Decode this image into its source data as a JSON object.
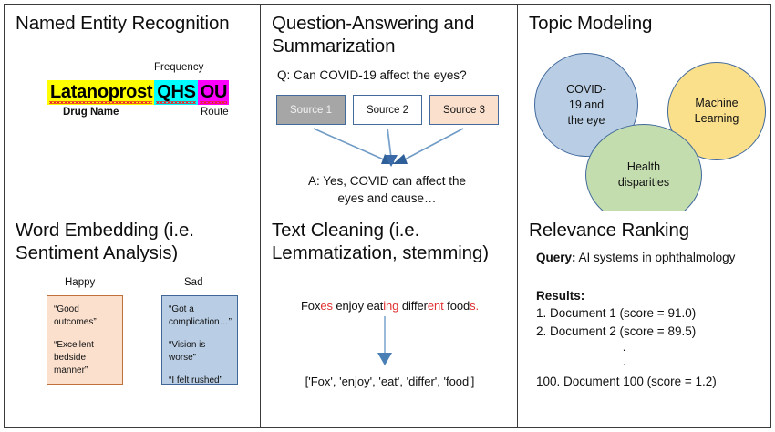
{
  "panels": {
    "ner": {
      "title": "Named Entity Recognition",
      "frequency_label": "Frequency",
      "drug_label": "Drug Name",
      "route_label": "Route",
      "tokens": [
        {
          "text": "Latanoprost",
          "highlight": "#ffff00",
          "entity": "Drug Name"
        },
        {
          "text": "QHS",
          "highlight": "#00ffff",
          "entity": "Frequency"
        },
        {
          "text": "OU",
          "highlight": "#ff00ff",
          "entity": "Route"
        }
      ]
    },
    "qa": {
      "title": "Question-Answering and\nSummarization",
      "question": "Q: Can COVID-19 affect the eyes?",
      "sources": [
        {
          "label": "Source 1",
          "fill": "#a6a6a6"
        },
        {
          "label": "Source 2",
          "fill": "#ffffff"
        },
        {
          "label": "Source 3",
          "fill": "#fbe0ce"
        }
      ],
      "answer_line1": "A: Yes, COVID can affect the",
      "answer_line2": "eyes and cause…"
    },
    "topic": {
      "title": "Topic Modeling",
      "bubbles": [
        {
          "label": "COVID-\n19 and\nthe eye",
          "fill": "#b9cee5"
        },
        {
          "label": "Machine\nLearning",
          "fill": "#fbe08c"
        },
        {
          "label": "Health\ndisparities",
          "fill": "#c3ddae"
        }
      ]
    },
    "embedding": {
      "title": "Word Embedding (i.e.\nSentiment Analysis)",
      "happy_label": "Happy",
      "sad_label": "Sad",
      "happy_quotes": [
        "“Good outcomes”",
        "“Excellent bedside manner”"
      ],
      "sad_quotes": [
        "“Got a complication…”",
        "“Vision is worse”",
        "“I felt rushed”"
      ]
    },
    "cleaning": {
      "title": "Text Cleaning (i.e.\nLemmatization, stemming)",
      "sentence_parts": [
        {
          "text": "Fox",
          "color": "#111111"
        },
        {
          "text": "es",
          "color": "#e03030"
        },
        {
          "text": " enjoy eat",
          "color": "#111111"
        },
        {
          "text": "ing",
          "color": "#e03030"
        },
        {
          "text": " differ",
          "color": "#111111"
        },
        {
          "text": "ent",
          "color": "#e03030"
        },
        {
          "text": " food",
          "color": "#111111"
        },
        {
          "text": "s.",
          "color": "#e03030"
        }
      ],
      "output": "['Fox', 'enjoy', 'eat', 'differ', 'food']"
    },
    "ranking": {
      "title": "Relevance Ranking",
      "query_label": "Query:",
      "query_text": " AI systems in ophthalmology",
      "results_label": "Results:",
      "results": [
        "1. Document 1 (score = 91.0)",
        "2. Document 2 (score = 89.5)"
      ],
      "ellipsis_dot": ".",
      "last_result": "100. Document 100 (score = 1.2)"
    }
  }
}
